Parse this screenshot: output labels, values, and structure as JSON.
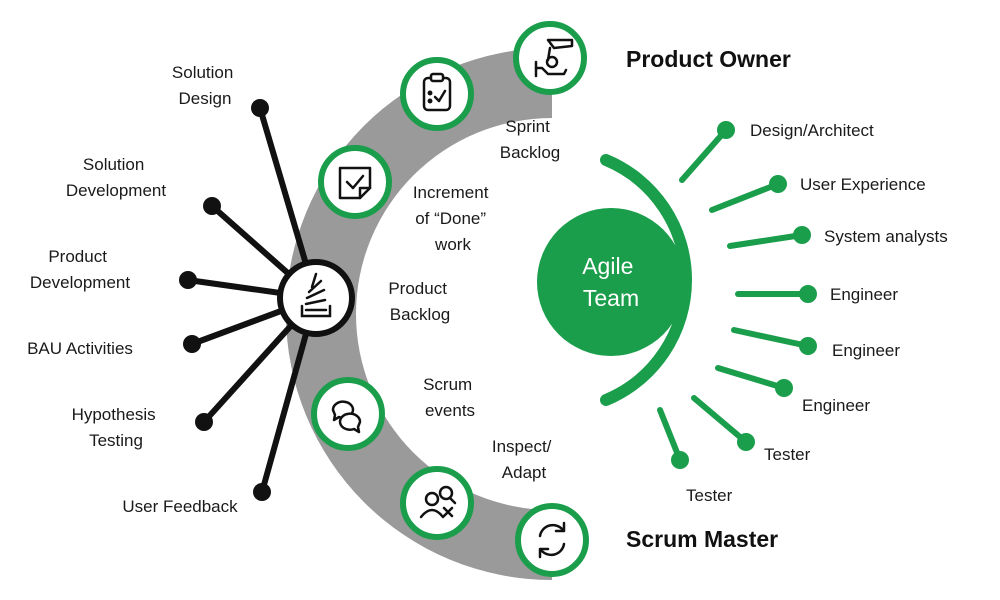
{
  "colors": {
    "accent": "#1a9e4b",
    "arc": "#9a9a9a",
    "spoke_dark": "#111111",
    "text": "#1a1a1a"
  },
  "roles": {
    "product_owner": "Product Owner",
    "scrum_master": "Scrum Master"
  },
  "center": {
    "line1": "Agile",
    "line2": "Team"
  },
  "artifacts": [
    {
      "icon": "clipboard-icon",
      "lines": [
        "Sprint",
        "Backlog"
      ]
    },
    {
      "icon": "checked-note-icon",
      "lines": [
        "Increment",
        "of “Done”",
        "work"
      ]
    },
    {
      "icon": "stack-icon",
      "lines": [
        "Product",
        "Backlog"
      ]
    },
    {
      "icon": "chat-bubbles-icon",
      "lines": [
        "Scrum",
        "events"
      ]
    },
    {
      "icon": "people-search-icon",
      "lines": [
        "Inspect/",
        "Adapt"
      ]
    }
  ],
  "backlog_inputs": [
    [
      "Solution",
      "Design"
    ],
    [
      "Solution",
      "Development"
    ],
    [
      "Product",
      "Development"
    ],
    [
      "BAU Activities"
    ],
    [
      "Hypothesis",
      "Testing"
    ],
    [
      "User Feedback"
    ]
  ],
  "team_members": [
    "Design/Architect",
    "User Experience",
    "System analysts",
    "Engineer",
    "Engineer",
    "Engineer",
    "Tester",
    "Tester"
  ],
  "role_icons": {
    "product_owner": "hand-gear-icon",
    "scrum_master": "cycle-arrows-icon"
  }
}
